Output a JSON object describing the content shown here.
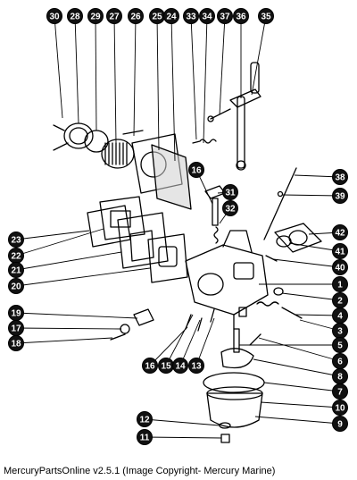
{
  "colors": {
    "ink": "#000000",
    "badge_fill": "#111111",
    "badge_text": "#ffffff",
    "gasket": "#cfcfcf"
  },
  "callouts": [
    "30",
    "28",
    "29",
    "27",
    "26",
    "25",
    "24",
    "33",
    "34",
    "37",
    "36",
    "35",
    "16",
    "31",
    "32",
    "38",
    "39",
    "42",
    "23",
    "22",
    "21",
    "20",
    "41",
    "40",
    "1",
    "2",
    "4",
    "3",
    "19",
    "17",
    "18",
    "16",
    "15",
    "14",
    "13",
    "5",
    "6",
    "8",
    "7",
    "10",
    "9",
    "12",
    "11"
  ],
  "caption": "MercuryPartsOnline v2.5.1 (Image Copyright- Mercury Marine)"
}
